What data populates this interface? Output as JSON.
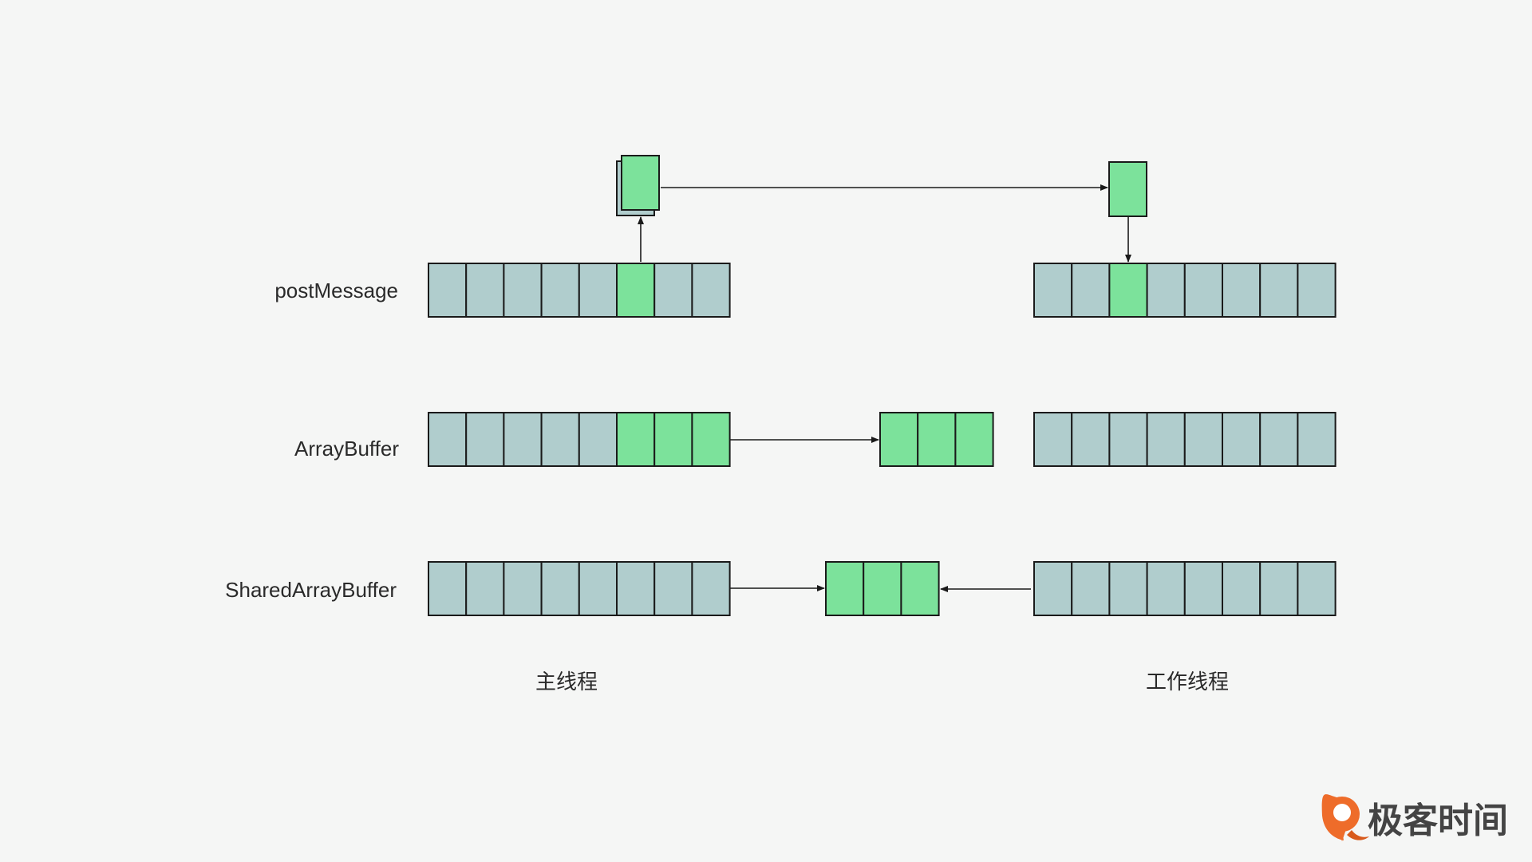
{
  "colors": {
    "background": "#f5f6f5",
    "cell_default": "#b0cdcd",
    "cell_highlight": "#7ce29b",
    "stroke": "#1a1a1a",
    "logo_orange": "#ee6c2a",
    "logo_text": "#444444"
  },
  "rows": {
    "post_message": {
      "label": "postMessage",
      "main_buffer": [
        "default",
        "default",
        "default",
        "default",
        "default",
        "highlight",
        "default",
        "default"
      ],
      "worker_buffer": [
        "default",
        "default",
        "highlight",
        "default",
        "default",
        "default",
        "default",
        "default"
      ]
    },
    "array_buffer": {
      "label": "ArrayBuffer",
      "main_buffer": [
        "default",
        "default",
        "default",
        "default",
        "default",
        "highlight",
        "highlight",
        "highlight"
      ],
      "transfer_buffer": [
        "highlight",
        "highlight",
        "highlight"
      ],
      "worker_buffer": [
        "default",
        "default",
        "default",
        "default",
        "default",
        "default",
        "default",
        "default"
      ]
    },
    "shared_array_buffer": {
      "label": "SharedArrayBuffer",
      "main_buffer": [
        "default",
        "default",
        "default",
        "default",
        "default",
        "default",
        "default",
        "default"
      ],
      "shared_buffer": [
        "highlight",
        "highlight",
        "highlight"
      ],
      "worker_buffer": [
        "default",
        "default",
        "default",
        "default",
        "default",
        "default",
        "default",
        "default"
      ]
    }
  },
  "columns": {
    "main_thread": "主线程",
    "worker_thread": "工作线程"
  },
  "logo": {
    "text": "极客时间",
    "icon": "geektime-logo-icon"
  }
}
